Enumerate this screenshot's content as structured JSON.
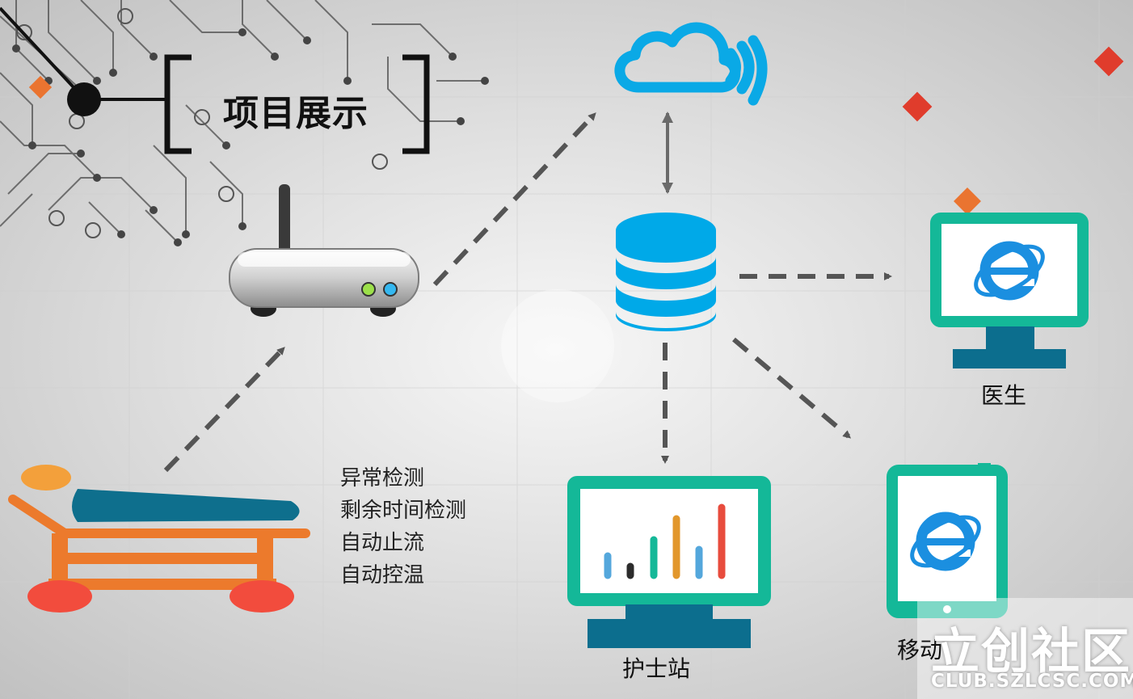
{
  "title": "项目展示",
  "features": [
    "异常检测",
    "剩余时间检测",
    "自动止流",
    "自动控温"
  ],
  "nodes": {
    "doctor_label": "医生",
    "nurse_label": "护士站",
    "mobile_label": "移动"
  },
  "watermark": {
    "brand": "立创社区",
    "url": "CLUB.SZLCSC.COM"
  },
  "colors": {
    "cloud": "#0aa9e6",
    "database": "#00a9e8",
    "monitor": "#14b898",
    "stand": "#0c6e8e",
    "arrow": "#555555",
    "bed_orange": "#ec7a2c",
    "bed_blue": "#0e6f8d",
    "bed_red": "#f24c3d",
    "diamond_red": "#e03c2c",
    "diamond_orange": "#ea7430"
  },
  "icons": [
    "cloud-wifi-icon",
    "database-icon",
    "router-icon",
    "hospital-bed-icon",
    "ie-icon"
  ]
}
